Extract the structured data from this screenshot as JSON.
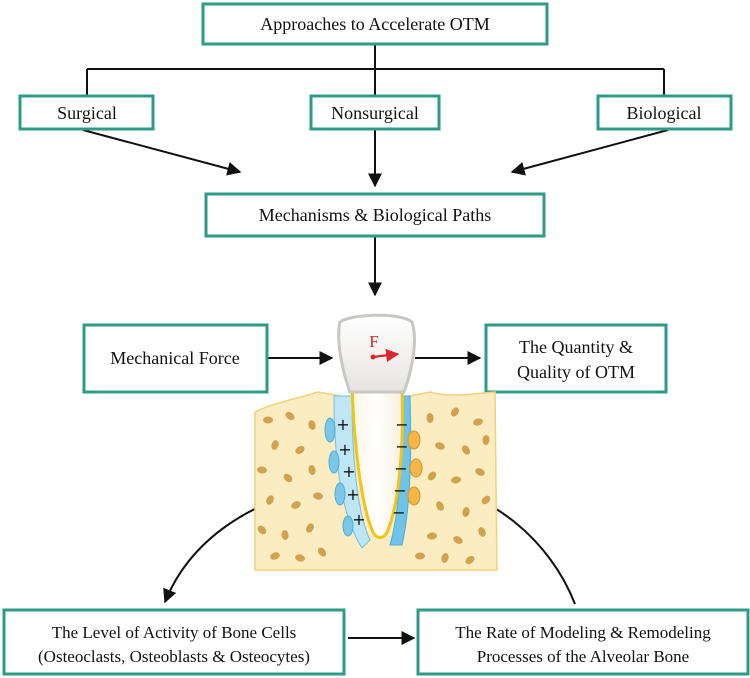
{
  "title_box": "Approaches to Accelerate OTM",
  "categories": {
    "surgical": "Surgical",
    "nonsurgical": "Nonsurgical",
    "biological": "Biological"
  },
  "mechanisms_box": "Mechanisms & Biological Paths",
  "force_box": "Mechanical Force",
  "outcome_box": {
    "line1": "The Quantity &",
    "line2": "Quality of  OTM"
  },
  "tooth": {
    "force_label": "F",
    "compression_sign": "+",
    "tension_sign": "−"
  },
  "activity_box": {
    "line1": "The Level of Activity of Bone Cells",
    "line2": "(Osteoclasts, Osteoblasts & Osteocytes)"
  },
  "remodeling_box": {
    "line1": "The Rate of Modeling & Remodeling",
    "line2": "Processes of the Alveolar Bone"
  },
  "colors": {
    "box_border": "#2e9b86",
    "bone_fill": "#fbecc2",
    "bone_outline": "#f1d27a",
    "bone_cell": "#c9953c",
    "pdl_blue": "#8fd0ea",
    "tooth_gold": "#f0c419",
    "force_red": "#d9262c"
  }
}
